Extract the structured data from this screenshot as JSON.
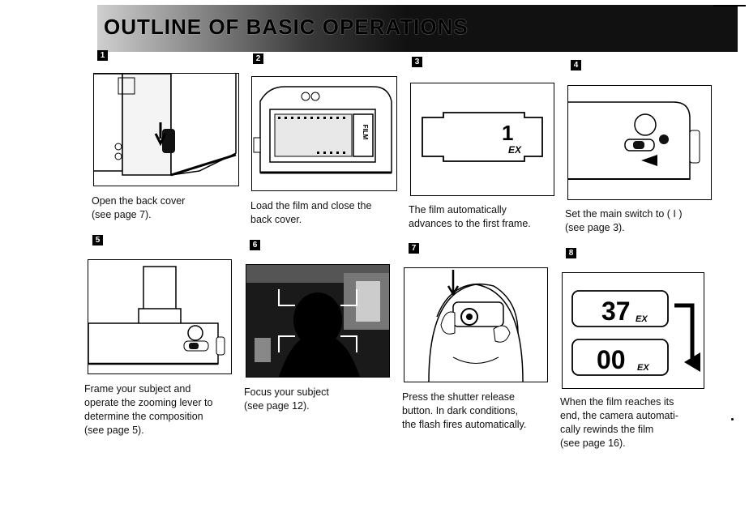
{
  "page": {
    "title": "OUTLINE OF BASIC OPERATIONS"
  },
  "steps": [
    {
      "number": "1",
      "caption_lines": [
        "Open the back cover",
        "(see page 7)."
      ]
    },
    {
      "number": "2",
      "caption_lines": [
        "Load the film and close the",
        "back cover."
      ]
    },
    {
      "number": "3",
      "caption_lines": [
        "The film automatically",
        "advances to the first frame."
      ],
      "display": {
        "digit": "1",
        "unit": "EX"
      }
    },
    {
      "number": "4",
      "caption_lines": [
        "Set the main switch to ( I )",
        "(see page 3)."
      ]
    },
    {
      "number": "5",
      "caption_lines": [
        "Frame your subject and",
        "operate the zooming lever to",
        "determine the composition",
        "(see page 5)."
      ]
    },
    {
      "number": "6",
      "caption_lines": [
        "Focus your subject",
        "(see page 12)."
      ]
    },
    {
      "number": "7",
      "caption_lines": [
        "Press the shutter release",
        "button. In dark conditions,",
        "the flash fires automatically."
      ]
    },
    {
      "number": "8",
      "caption_lines": [
        "When the film reaches its",
        "end, the camera automati-",
        "cally rewinds the film",
        "(see page 16)."
      ],
      "display": {
        "counter_start": "37",
        "counter_end": "00",
        "unit": "EX"
      }
    }
  ],
  "film_label": "FILM"
}
